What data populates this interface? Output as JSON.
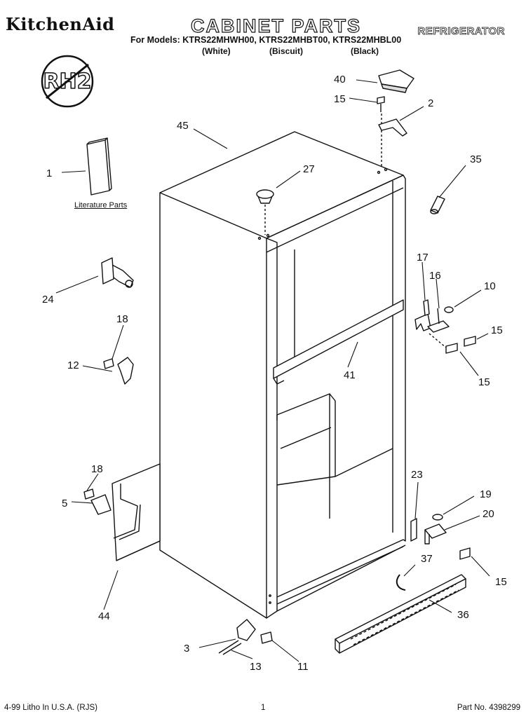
{
  "header": {
    "brand": "KitchenAid",
    "title": "CABINET PARTS",
    "appliance": "REFRIGERATOR",
    "models_line": "For Models: KTRS22MHWH00, KTRS22MHBT00, KTRS22MHBL00",
    "colors": [
      "(White)",
      "(Biscuit)",
      "(Black)"
    ]
  },
  "badge_text": "RH2",
  "literature_label": "Literature Parts",
  "callouts": [
    "1",
    "2",
    "3",
    "5",
    "10",
    "11",
    "12",
    "13",
    "15",
    "15",
    "15",
    "15",
    "16",
    "17",
    "18",
    "18",
    "19",
    "20",
    "23",
    "24",
    "27",
    "35",
    "36",
    "37",
    "40",
    "41",
    "44",
    "45"
  ],
  "footer": {
    "left": "4-99 Litho In U.S.A. (RJS)",
    "center": "1",
    "right": "Part No. 4398299"
  }
}
